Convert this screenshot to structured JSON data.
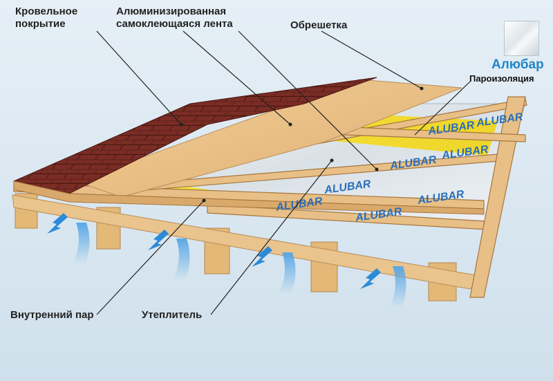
{
  "labels": {
    "roof_covering": [
      "Кровельное",
      "покрытие"
    ],
    "aluminized_tape": [
      "Алюминизированная",
      "самоклеющаяся лента"
    ],
    "battens": "Обрешетка",
    "brand": "Алюбар",
    "vapor_barrier": "Пароизоляция",
    "internal_vapor": "Внутренний пар",
    "insulation": "Утеплитель"
  },
  "membrane_print": "ALUBAR",
  "colors": {
    "shingle": "#7a2d25",
    "board": "#e8bf86",
    "insulation": "#f5e23a",
    "membrane": "#e7edf2",
    "brand_text": "#2a6fb8",
    "vapor_arrow": "#2c8ad6",
    "leader": "#222222"
  }
}
